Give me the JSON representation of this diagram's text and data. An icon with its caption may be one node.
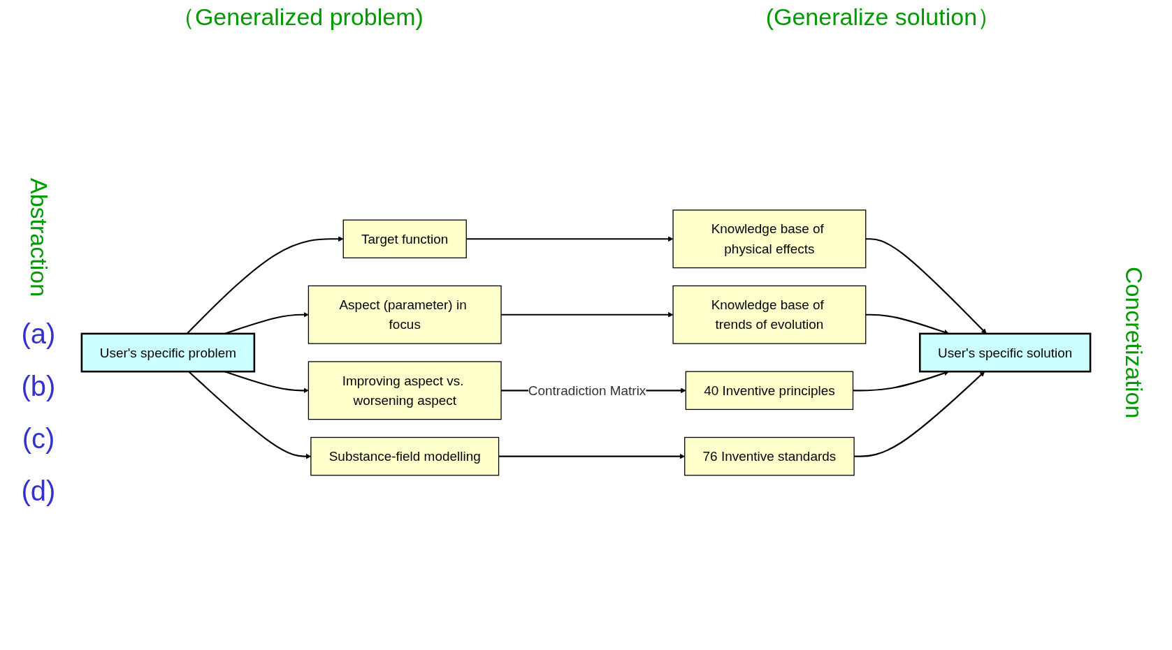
{
  "diagram": {
    "nodes": [
      {
        "text": [
          "Target function"
        ]
      },
      {
        "text": [
          "Knowledge base of physical effects"
        ]
      },
      {
        "text": [
          "Aspect (parameter) in focus"
        ]
      },
      {
        "text": [
          "Knowledge base of trends of evolution"
        ]
      },
      {
        "text": [
          "Improving aspect vs. worsening aspect"
        ]
      },
      {
        "text": [
          "40 Inventive principles"
        ]
      },
      {
        "text": [
          "Substance-field modelling"
        ]
      },
      {
        "text": [
          "76 Inventive standards"
        ]
      },
      {
        "text": [
          "User's specific problem"
        ]
      },
      {
        "text": [
          "User's specific solution"
        ]
      }
    ],
    "edges": [
      {
        "from": 0,
        "to": 1,
        "arrow": "to"
      },
      {
        "from": 2,
        "to": 3,
        "arrow": "to"
      },
      {
        "from": 4,
        "to": 5,
        "arrow": "to",
        "label": "Contradiction Matrix"
      },
      {
        "from": 6,
        "to": 7,
        "arrow": "to"
      },
      {
        "from": 8,
        "to": 0,
        "arrow": "to"
      },
      {
        "from": 8,
        "to": 2,
        "arrow": "to"
      },
      {
        "from": 8,
        "to": 4,
        "arrow": "to"
      },
      {
        "from": 8,
        "to": 6,
        "arrow": "to"
      },
      {
        "from": 1,
        "to": 9,
        "arrow": "to"
      },
      {
        "from": 3,
        "to": 9,
        "arrow": "to"
      },
      {
        "from": 5,
        "to": 9,
        "arrow": "to"
      },
      {
        "from": 7,
        "to": 9,
        "arrow": "to"
      }
    ],
    "labels": [
      "（Generalized problem)",
      "(Generalize solution）",
      "(a)",
      "(b)",
      "(c)",
      "(d)",
      "Abstraction",
      "Concretization"
    ]
  }
}
